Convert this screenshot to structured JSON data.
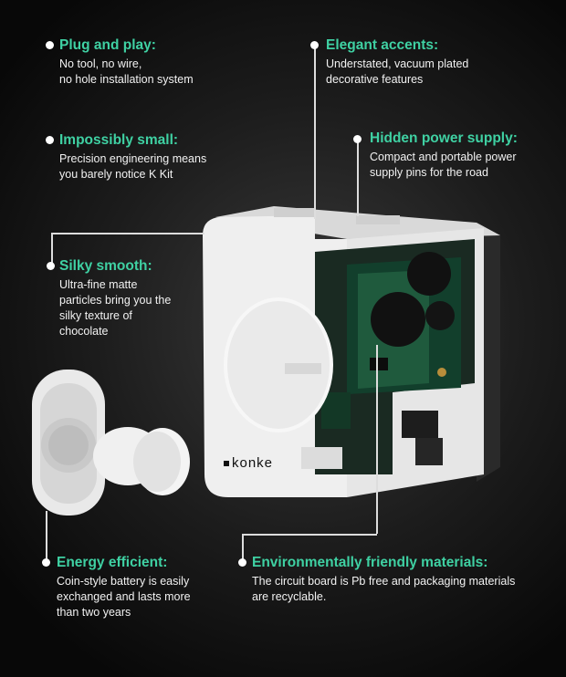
{
  "features": {
    "plug_and_play": {
      "title": "Plug and play:",
      "desc": "No tool, no wire,\nno hole installation system"
    },
    "elegant_accents": {
      "title": "Elegant accents:",
      "desc": "Understated, vacuum plated\ndecorative features"
    },
    "impossibly_small": {
      "title": "Impossibly small:",
      "desc": "Precision engineering means\nyou barely notice K Kit"
    },
    "hidden_power": {
      "title": "Hidden power supply:",
      "desc": "Compact and portable power\nsupply pins for the road"
    },
    "silky_smooth": {
      "title": "Silky smooth:",
      "desc": "Ultra-fine matte\nparticles bring you the\nsilky texture of\nchocolate"
    },
    "energy_efficient": {
      "title": "Energy efficient:",
      "desc": "Coin-style battery is easily\nexchanged and lasts more\nthan two years"
    },
    "eco_materials": {
      "title": "Environmentally friendly materials:",
      "desc": "The circuit board is Pb free and packaging materials\nare recyclable."
    }
  },
  "product": {
    "brand": "konke"
  },
  "colors": {
    "accent": "#3fd1a3",
    "text": "#f2f2f2",
    "background": "#1c1c1c"
  }
}
